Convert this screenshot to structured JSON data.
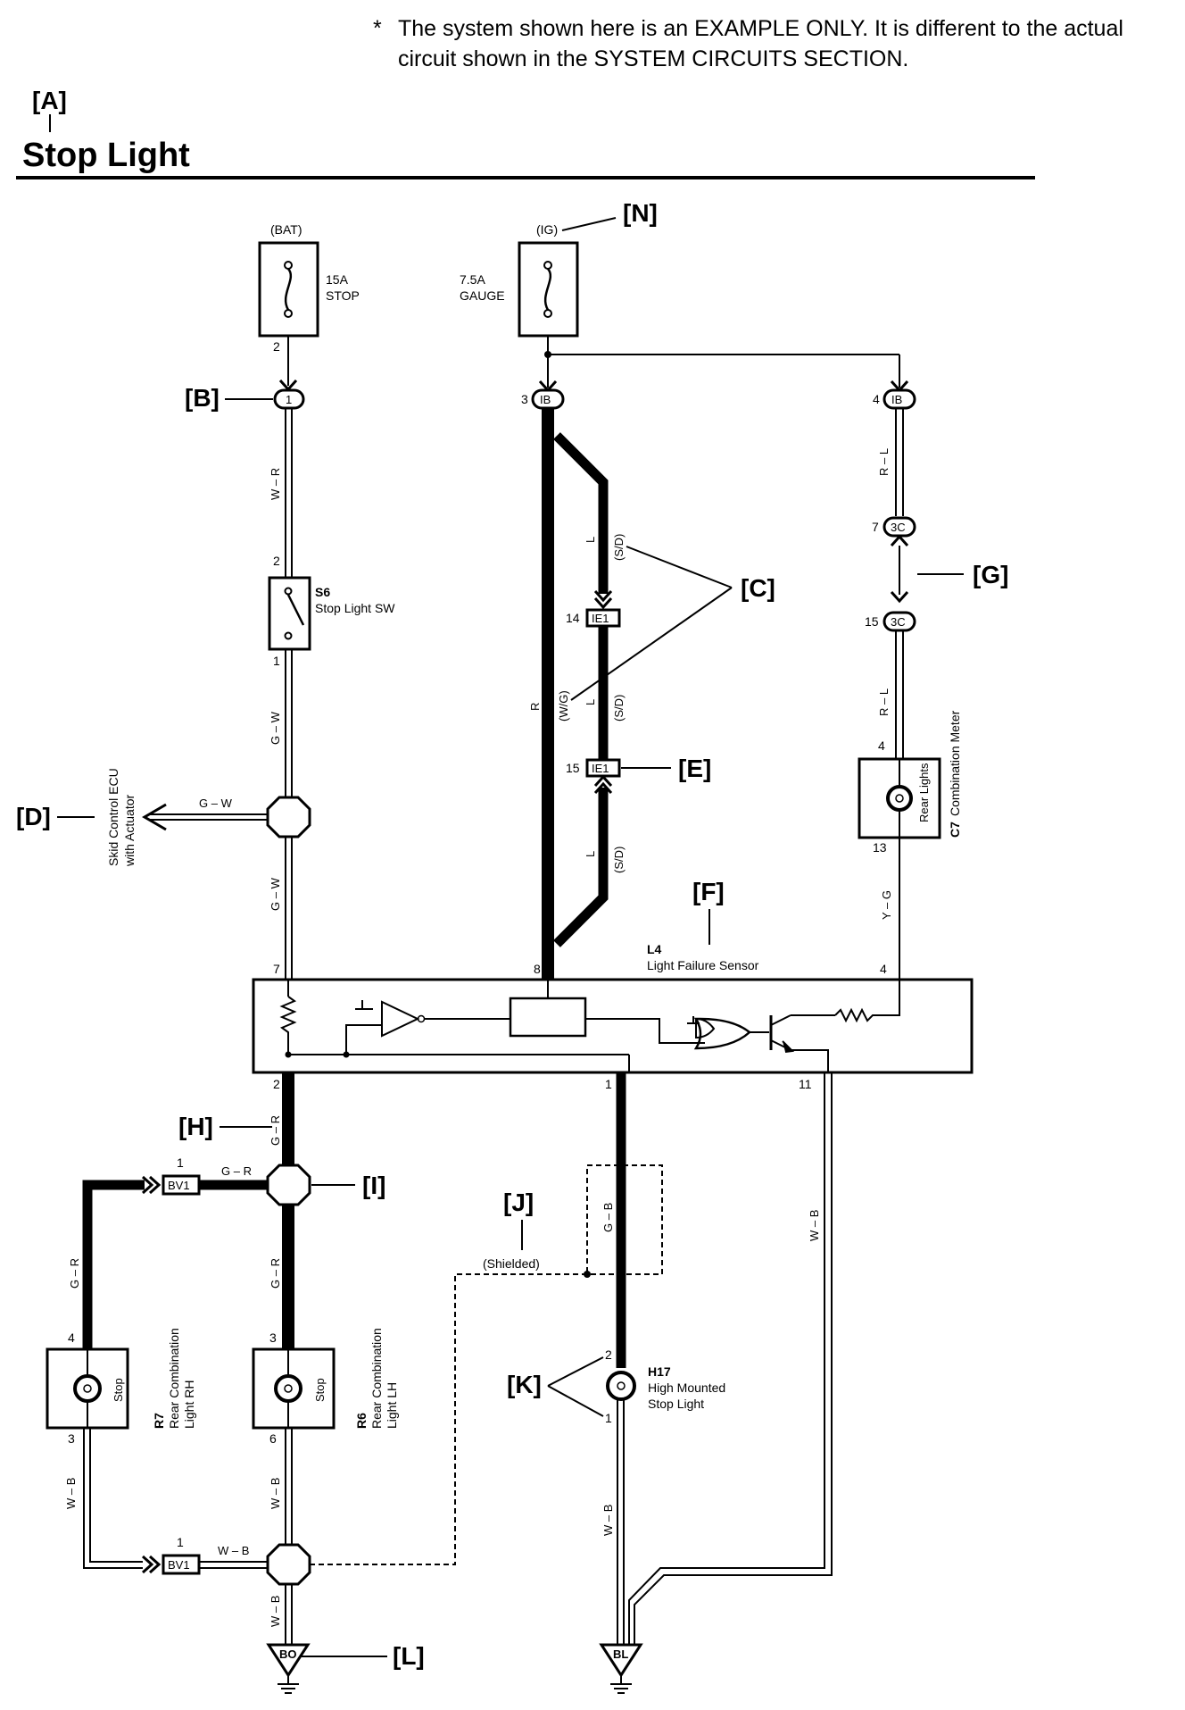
{
  "note": {
    "star": "*",
    "line1": "The system shown here is an EXAMPLE ONLY. It is different to the actual",
    "line2": "circuit shown in the SYSTEM CIRCUITS SECTION."
  },
  "header": {
    "tag": "[A]",
    "title": "Stop Light"
  },
  "callouts": {
    "B": "[B]",
    "C": "[C]",
    "D": "[D]",
    "E": "[E]",
    "F": "[F]",
    "G": "[G]",
    "H": "[H]",
    "I": "[I]",
    "J": "[J]",
    "K": "[K]",
    "L": "[L]",
    "N": "[N]"
  },
  "fuses": {
    "stop": {
      "source": "(BAT)",
      "rating": "15A",
      "name": "STOP",
      "pin": "2"
    },
    "gauge": {
      "source": "(IG)",
      "rating": "7.5A",
      "name": "GAUGE"
    }
  },
  "connectors": {
    "c1": "1",
    "ib": "IB",
    "ib_pin3": "3",
    "ib_pin4": "4",
    "ie1": "IE1",
    "ie1_pin14": "14",
    "ie1_pin15": "15",
    "c3c": "3C",
    "c3c_pin7": "7",
    "c3c_pin15": "15",
    "bv1": "BV1",
    "bv1_pin_top": "1",
    "bv1_pin_bottom": "1",
    "bo": "BO",
    "bl": "BL"
  },
  "components": {
    "s6": {
      "id": "S6",
      "name": "Stop Light SW",
      "pin_top": "2",
      "pin_bottom": "1"
    },
    "c7": {
      "id": "C7",
      "name": "Combination Meter",
      "inner": "Rear Lights",
      "pin_top": "4",
      "pin_bottom": "13"
    },
    "l4": {
      "id": "L4",
      "name": "Light Failure Sensor",
      "pin7": "7",
      "pin8": "8",
      "pin4": "4",
      "pin2": "2",
      "pin1": "1",
      "pin11": "11"
    },
    "r7": {
      "id": "R7",
      "name1": "Rear Combination",
      "name2": "Light RH",
      "inner": "Stop",
      "pin_top": "4",
      "pin_bottom": "3"
    },
    "r6": {
      "id": "R6",
      "name1": "Rear Combination",
      "name2": "Light LH",
      "inner": "Stop",
      "pin_top": "3",
      "pin_bottom": "6"
    },
    "h17": {
      "id": "H17",
      "name1": "High Mounted",
      "name2": "Stop Light",
      "pin_top": "2",
      "pin_bottom": "1"
    },
    "ecu": {
      "name1": "Skid Control ECU",
      "name2": "with Actuator"
    }
  },
  "wires": {
    "wr": "W – R",
    "gw": "G – W",
    "rl": "R – L",
    "r": "R",
    "l": "L",
    "sd": "(S/D)",
    "wg": "(W/G)",
    "yg": "Y – G",
    "gr": "G – R",
    "gb": "G – B",
    "wb": "W – B",
    "shielded": "(Shielded)"
  }
}
